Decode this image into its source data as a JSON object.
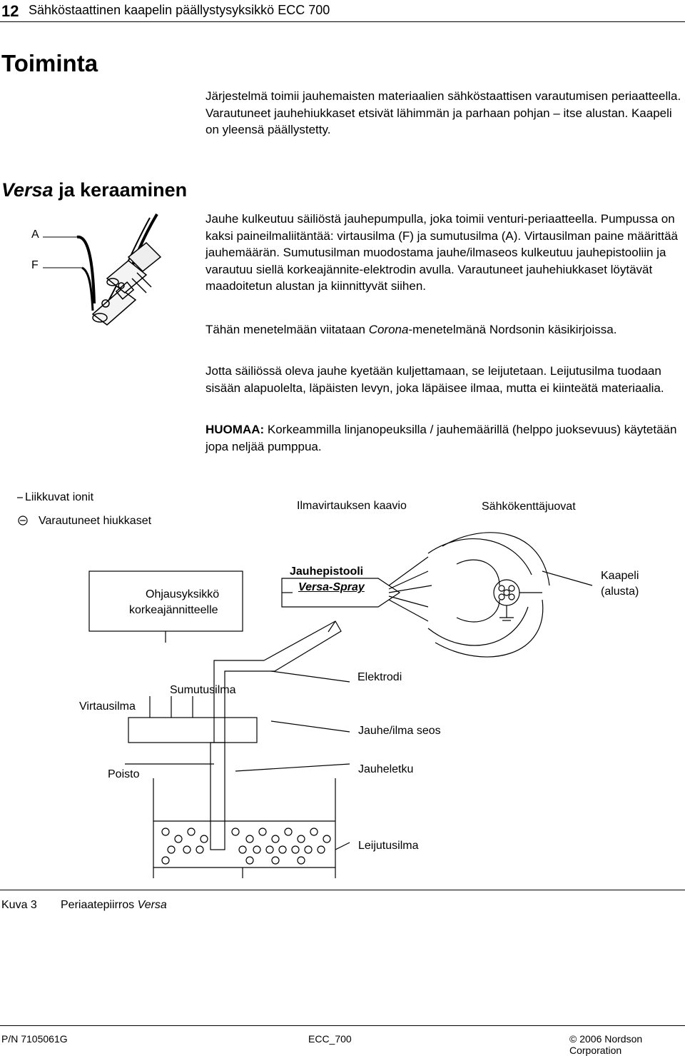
{
  "header": {
    "page_number": "12",
    "title": "Sähköstaattinen kaapelin päällystysyksikkö ECC 700"
  },
  "section_title": "Toiminta",
  "intro": "Järjestelmä toimii jauhemaisten materiaalien sähköstaattisen varautumisen periaatteella. Varautuneet jauhehiukkaset etsivät lähimmän ja parhaan pohjan – itse alustan. Kaapeli on yleensä päällystetty.",
  "subsection": {
    "title_italic": "Versa",
    "title_rest": " ja keraaminen"
  },
  "pump_labels": {
    "a": "A",
    "f": "F"
  },
  "paragraphs": {
    "p1": "Jauhe kulkeutuu säiliöstä jauhepumpulla, joka toimii venturi-periaatteella. Pumpussa on kaksi paineilmaliitäntää: virtausilma (F) ja sumutusilma (A). Virtausilman paine määrittää jauhemäärän. Sumutusilman muodostama jauhe/ilmaseos kulkeutuu jauhepistooliin ja varautuu siellä korkeajännite-elektrodin avulla. Varautuneet jauhehiukkaset löytävät maadoitetun alustan ja kiinnittyvät siihen.",
    "p2_before": "Tähän menetelmään viitataan ",
    "p2_italic": "Corona",
    "p2_after": "-menetelmänä Nordsonin käsikirjoissa.",
    "p3": "Jotta säiliössä oleva jauhe kyetään kuljettamaan, se leijutetaan. Leijutusilma tuodaan sisään alapuolelta, läpäisten levyn, joka läpäisee ilmaa, mutta ei kiinteätä materiaalia.",
    "note_label": "HUOMAA:",
    "note_text": " Korkeammilla linjanopeuksilla / jauhemäärillä (helppo juoksevuus) käytetään jopa neljää pumppua."
  },
  "diagram": {
    "legend_ions": "Liikkuvat ionit",
    "legend_particles": "Varautuneet hiukkaset",
    "airflow": "Ilmavirtauksen kaavio",
    "field_lines": "Sähkökenttäjuovat",
    "control_unit_1": "Ohjausyksikkö",
    "control_unit_2": "korkeajännitteelle",
    "gun_1": "Jauhepistooli",
    "gun_2": "Versa-Spray",
    "cable_1": "Kaapeli",
    "cable_2": "(alusta)",
    "electrode": "Elektrodi",
    "flow_air": "Virtausilma",
    "atomizing_air": "Sumutusilma",
    "mix": "Jauhe/ilma seos",
    "exhaust": "Poisto",
    "hose": "Jauheletku",
    "fluid_air": "Leijutusilma"
  },
  "caption": {
    "number": "Kuva 3",
    "text": "Periaatepiirros ",
    "text_italic": "Versa"
  },
  "footer": {
    "pn": "P/N 7105061G",
    "code": "ECC_700",
    "copyright": "© 2006 Nordson Corporation"
  }
}
